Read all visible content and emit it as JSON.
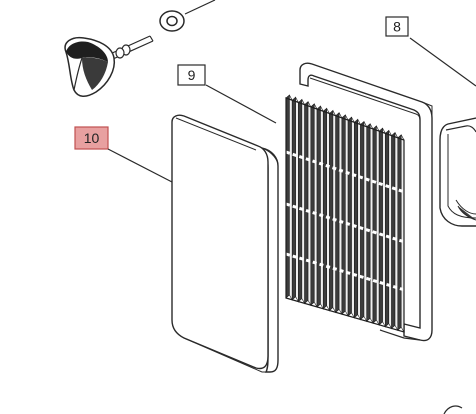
{
  "callouts": [
    {
      "id": "part-8",
      "label": "8",
      "highlighted": false
    },
    {
      "id": "part-9",
      "label": "9",
      "highlighted": false
    },
    {
      "id": "part-10",
      "label": "10",
      "highlighted": true
    }
  ],
  "colors": {
    "line": "#2a2a2a",
    "highlight_fill": "#e8a0a0",
    "highlight_stroke": "#c05050",
    "pleat_dark": "#3c3c3c",
    "pleat_light": "#eeeeee",
    "knob_dark": "#1f1f1f"
  }
}
